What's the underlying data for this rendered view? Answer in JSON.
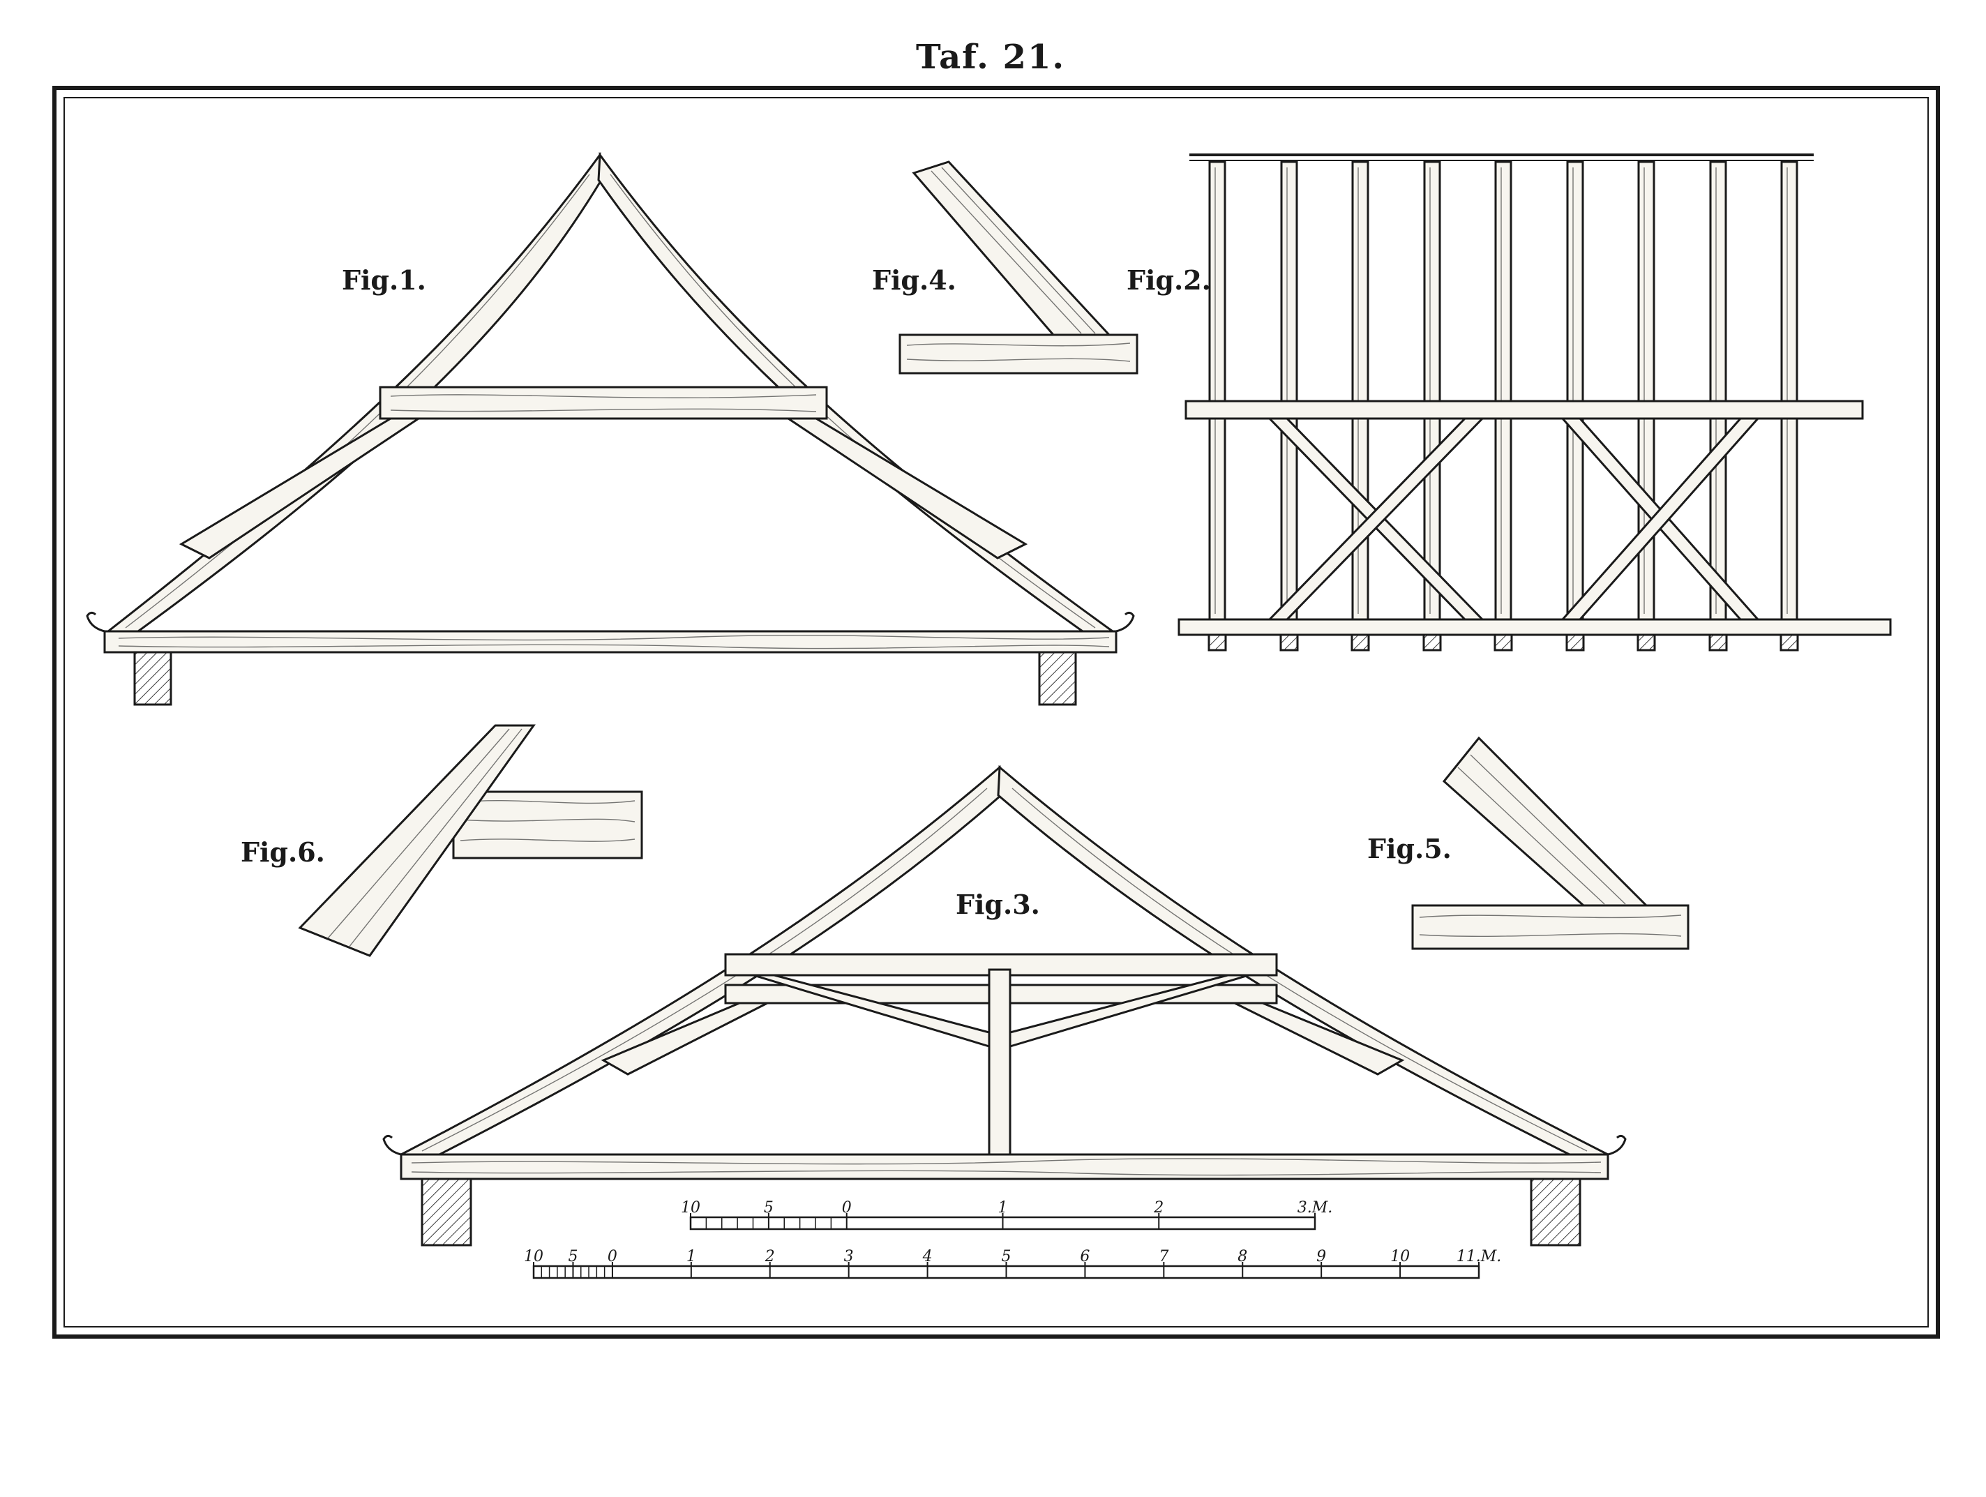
{
  "plate": {
    "title": "Taf. 21."
  },
  "figures": [
    {
      "id": "fig1",
      "label": "Fig.1."
    },
    {
      "id": "fig2",
      "label": "Fig.2."
    },
    {
      "id": "fig3",
      "label": "Fig.3."
    },
    {
      "id": "fig4",
      "label": "Fig.4."
    },
    {
      "id": "fig5",
      "label": "Fig.5."
    },
    {
      "id": "fig6",
      "label": "Fig.6."
    }
  ],
  "scales": {
    "small": {
      "ticks": [
        "10",
        "5",
        "0",
        "1",
        "2",
        "3.M."
      ]
    },
    "large": {
      "ticks": [
        "10",
        "5",
        "0",
        "1",
        "2",
        "3",
        "4",
        "5",
        "6",
        "7",
        "8",
        "9",
        "10",
        "11.M."
      ]
    }
  },
  "colors": {
    "ink": "#1a1a1a",
    "paper": "#ffffff",
    "wood": "#f7f5ef"
  }
}
